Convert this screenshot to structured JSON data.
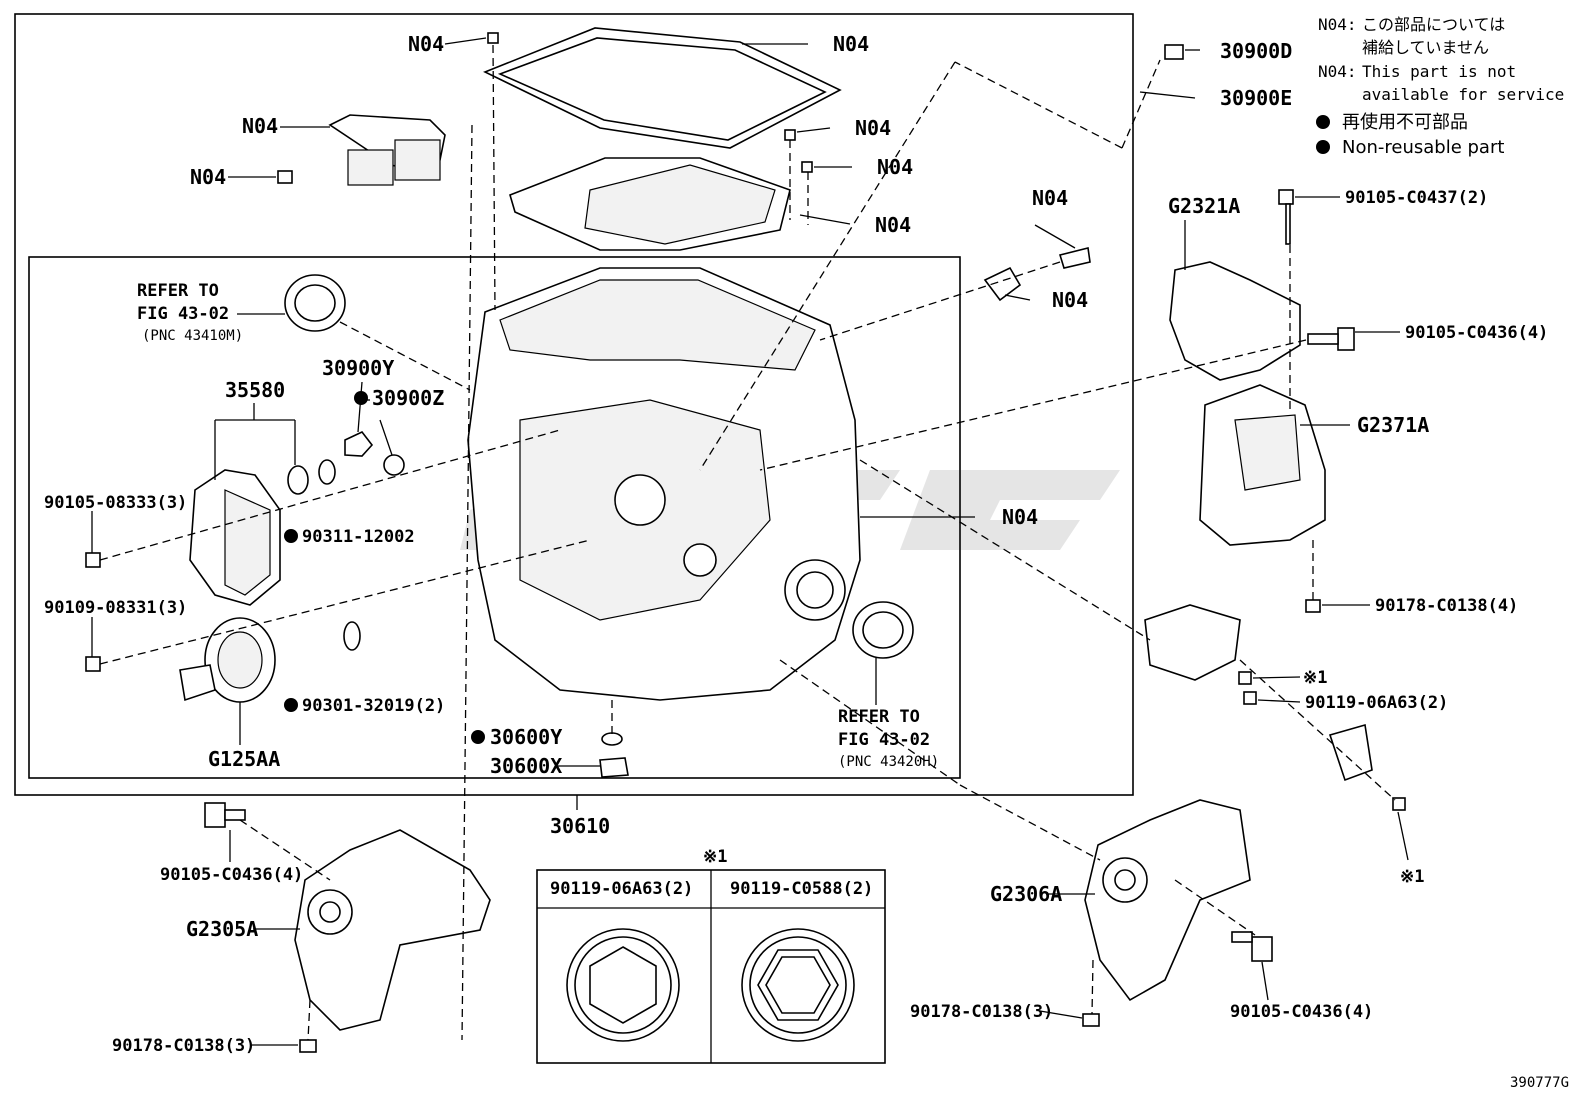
{
  "legend": {
    "n04_code": "N04:",
    "n04_jp_line1": "この部品については",
    "n04_jp_line2": "補給していません",
    "n04_en_line1": "This part is not",
    "n04_en_line2": "available for service",
    "nonreusable_jp": "再使用不可部品",
    "nonreusable_en": "Non-reusable part"
  },
  "labels": {
    "n04": "N04",
    "p30900D": "30900D",
    "p30900E": "30900E",
    "pG2321A": "G2321A",
    "p90105_C0437": "90105-C0437(2)",
    "p90105_C0436_4": "90105-C0436(4)",
    "pG2371A": "G2371A",
    "p90178_C0138_4": "90178-C0138(4)",
    "note1": "※1",
    "p90119_06A63_2": "90119-06A63(2)",
    "refer_to": "REFER TO",
    "fig_43_02": "FIG 43-02",
    "pnc_43410M": "(PNC 43410M)",
    "pnc_43420H": "(PNC 43420H)",
    "p30900Y": "30900Y",
    "p30900Z": "30900Z",
    "p35580": "35580",
    "p90105_08333": "90105-08333(3)",
    "p90311_12002": "90311-12002",
    "p90109_08331": "90109-08331(3)",
    "p90301_32019": "90301-32019(2)",
    "pG125AA": "G125AA",
    "p30600Y": "30600Y",
    "p30600X": "30600X",
    "p30610": "30610",
    "p90105_C0436_4b": "90105-C0436(4)",
    "pG2305A": "G2305A",
    "p90178_C0138_3": "90178-C0138(3)",
    "pG2306A": "G2306A",
    "p90178_C0138_3b": "90178-C0138(3)",
    "p90105_C0436_4c": "90105-C0436(4)",
    "diagram_id": "390777G"
  },
  "nut_table": {
    "header_note": "※1",
    "col1": "90119-06A63(2)",
    "col2": "90119-C0588(2)"
  }
}
